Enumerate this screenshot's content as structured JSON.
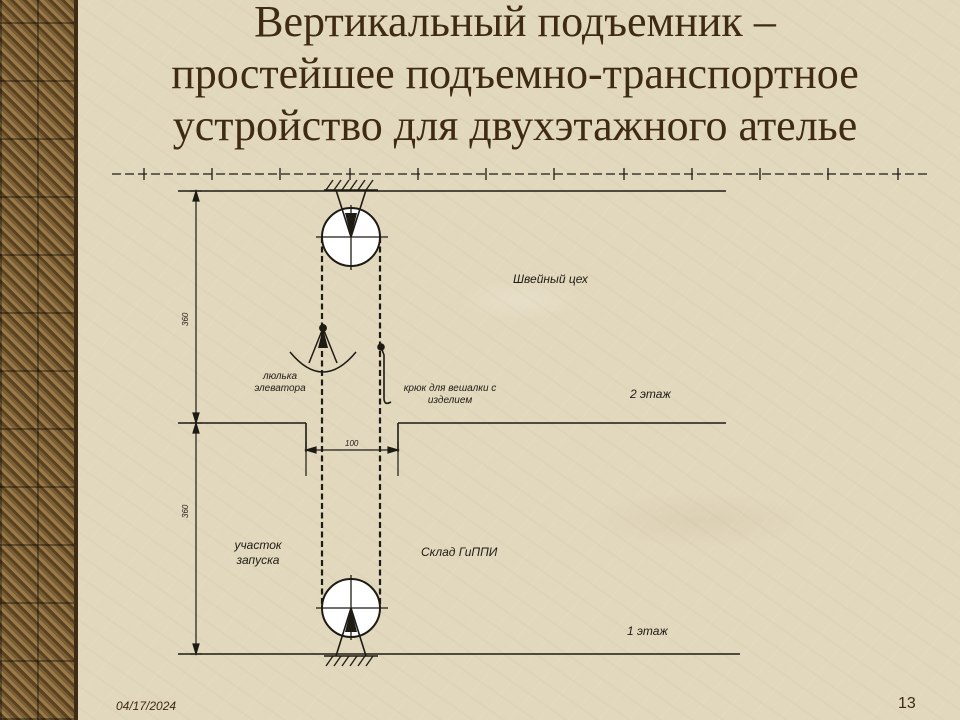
{
  "slide": {
    "title_lines": [
      "Вертикальный подъемник –",
      "простейшее подъемно-транспортное",
      "устройство для двухэтажного ателье"
    ],
    "date": "04/17/2024",
    "page_number": "13"
  },
  "diagram": {
    "labels": {
      "sewing_shop": "Швейный цех",
      "floor2": "2 этаж",
      "floor1": "1 этаж",
      "cradle": [
        "люлька",
        "элеватора"
      ],
      "hook": [
        "крюк для вешалки с",
        "изделием"
      ],
      "launch_area": [
        "участок",
        "запуска"
      ],
      "warehouse": "Склад ГиППИ",
      "dim_upper": "360",
      "dim_lower": "360",
      "dim_shaft": "100"
    }
  },
  "colors": {
    "title": "#3f2b14",
    "ink": "#1e1b14",
    "background": "#e2d8bd",
    "side_strip": "#6e5530"
  }
}
